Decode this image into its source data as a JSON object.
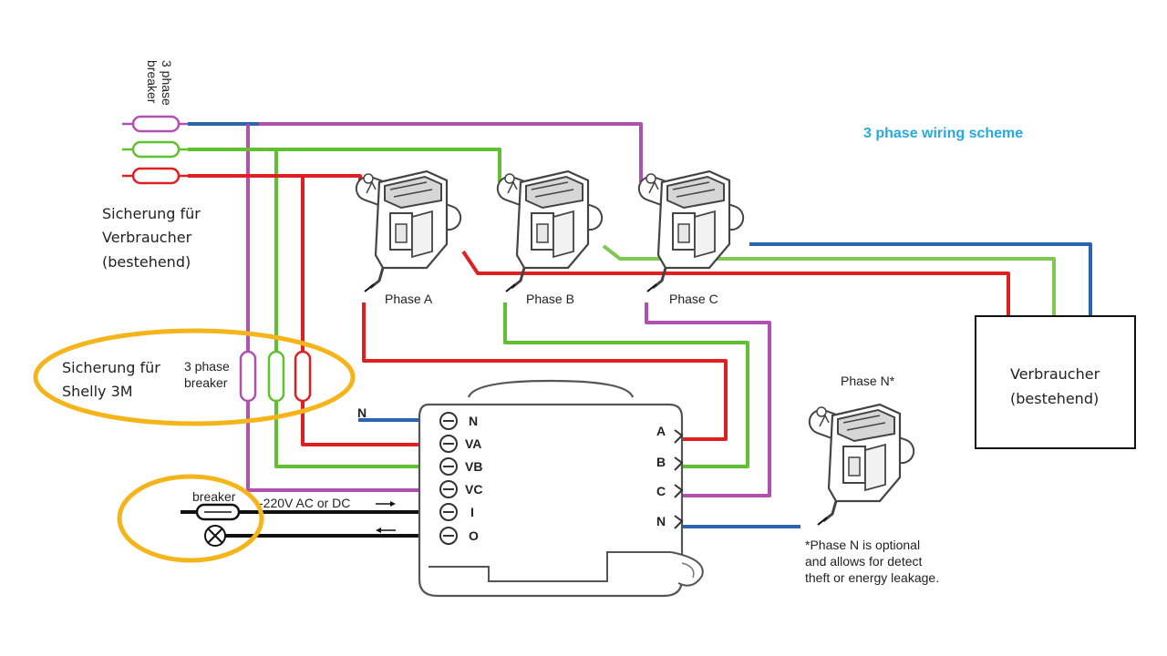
{
  "title": "3 phase wiring scheme",
  "colors": {
    "title": "#25a9e0",
    "wire_red": "#e02020",
    "wire_green": "#60c030",
    "wire_magenta": "#b050b0",
    "wire_blue": "#2a66b0",
    "highlight_ellipse": "#f4b41a",
    "wire_black": "#111111"
  },
  "labels": {
    "top_breaker": "3 phase\nbreaker",
    "fuse_load_line1": "Sicherung für",
    "fuse_load_line2": "Verbraucher",
    "fuse_load_line3": "(bestehend)",
    "fuse_shelly_line1": "Sicherung für",
    "fuse_shelly_line2": "Shelly 3M",
    "mid_breaker_line1": "3 phase",
    "mid_breaker_line2": "breaker",
    "phase_a": "Phase A",
    "phase_b": "Phase B",
    "phase_c": "Phase C",
    "phase_n": "Phase N*",
    "load_line1": "Verbraucher",
    "load_line2": "(bestehend)",
    "n_wire": "N",
    "small_breaker": "breaker",
    "supply": "-220V AC or DC",
    "note_line1": "*Phase N is optional",
    "note_line2": "and allows for detect",
    "note_line3": "theft or energy leakage."
  },
  "device_terminals": {
    "left": [
      "N",
      "VA",
      "VB",
      "VC",
      "I",
      "O"
    ],
    "right": [
      "A",
      "B",
      "C",
      "N"
    ]
  }
}
